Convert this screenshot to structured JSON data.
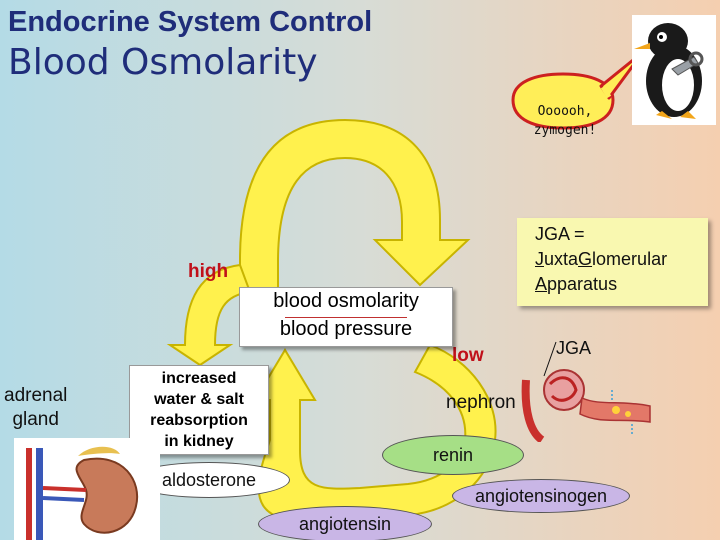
{
  "title": "Endocrine System Control",
  "subtitle": "Blood Osmolarity",
  "speech_bubble": {
    "line1": "Oooooh,",
    "line2": "zymogen!"
  },
  "jga_definition": {
    "line1": "JGA =",
    "line2_u": "J",
    "line2_a": "uxta",
    "line2_g": "G",
    "line2_b": "lomerular",
    "line3_u": "A",
    "line3_a": "pparatus"
  },
  "labels": {
    "high": "high",
    "low": "low",
    "blood_osmolarity": "blood osmolarity",
    "blood_pressure": "blood pressure",
    "increased_l1": "increased",
    "increased_l2": "water & salt",
    "increased_l3": "reabsorption",
    "increased_l4": "in kidney",
    "adrenal_l1": "adrenal",
    "adrenal_l2": "gland",
    "jga": "JGA",
    "nephron": "nephron",
    "renin": "renin",
    "aldosterone": "aldosterone",
    "angiotensinogen": "angiotensinogen",
    "angiotensin": "angiotensin"
  },
  "colors": {
    "arrow_fill": "#fff14d",
    "arrow_stroke": "#c8b400",
    "renin_fill": "#a6df86",
    "angiotensinogen_fill": "#c9b6e6",
    "aldosterone_fill": "#ffffff",
    "title": "#1f2d7a",
    "high_low": "#c0101a",
    "jga_box": "#f9f8b0"
  }
}
